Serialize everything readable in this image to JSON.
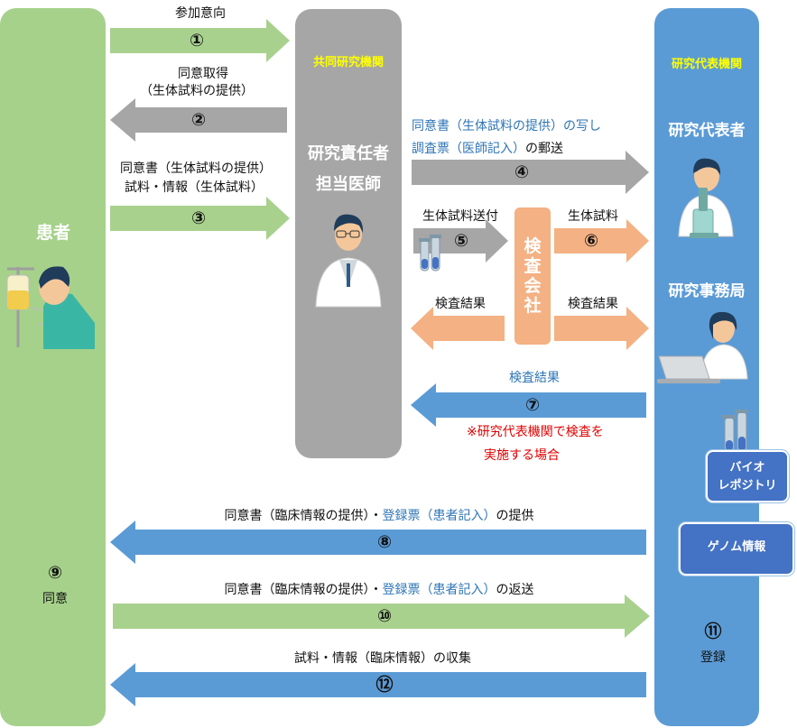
{
  "colors": {
    "patient_pillar": "#a6d18b",
    "collab_pillar": "#a6a6a6",
    "rep_pillar": "#5b9bd5",
    "green_arrow": "#a9d18e",
    "gray_arrow": "#a6a6a6",
    "orange_arrow": "#f4b183",
    "blue_arrow": "#5b9bd5",
    "highlight_blue": "#2e75b6",
    "note_red": "#e00000"
  },
  "patient": {
    "title": "患者",
    "consent_num": "⑨",
    "consent_label": "同意"
  },
  "collab": {
    "org": "共同研究機関",
    "role_line1": "研究責任者",
    "role_line2": "担当医師"
  },
  "rep": {
    "org": "研究代表機関",
    "rep_label": "研究代表者",
    "office_label": "研究事務局",
    "register_num": "⑪",
    "register_label": "登録"
  },
  "lab": {
    "title_chars": [
      "検",
      "査",
      "会",
      "社"
    ]
  },
  "boxes": {
    "biorepo_line1": "バイオ",
    "biorepo_line2": "レポジトリ",
    "genome": "ゲノム情報"
  },
  "steps": {
    "s1": {
      "num": "①",
      "label": "参加意向"
    },
    "s2": {
      "num": "②",
      "line1": "同意取得",
      "line2": "（生体試料の提供）"
    },
    "s3": {
      "num": "③",
      "line1": "同意書（生体試料の提供）",
      "line2": "試料・情報（生体試料）"
    },
    "s4": {
      "num": "④",
      "line1": "同意書（生体試料の提供）の写し",
      "line2_blue": "調査票（医師記入）",
      "line2_rest": "の郵送"
    },
    "s5": {
      "num": "⑤",
      "label": "生体試料送付"
    },
    "s6": {
      "num": "⑥",
      "label": "生体試料"
    },
    "result_left": "検査結果",
    "result_right": "検査結果",
    "s7": {
      "num": "⑦",
      "label": "検査結果",
      "note_line1": "※研究代表機関で検査を",
      "note_line2": "実施する場合"
    },
    "s8": {
      "num": "⑧",
      "part1": "同意書（臨床情報の提供）・",
      "part2_blue": "登録票（患者記入）",
      "part3": "の提供"
    },
    "s10": {
      "num": "⑩",
      "part1": "同意書（臨床情報の提供）・",
      "part2_blue": "登録票（患者記入）",
      "part3": "の返送"
    },
    "s12": {
      "num": "⑫",
      "label": "試料・情報（臨床情報）の収集"
    }
  }
}
